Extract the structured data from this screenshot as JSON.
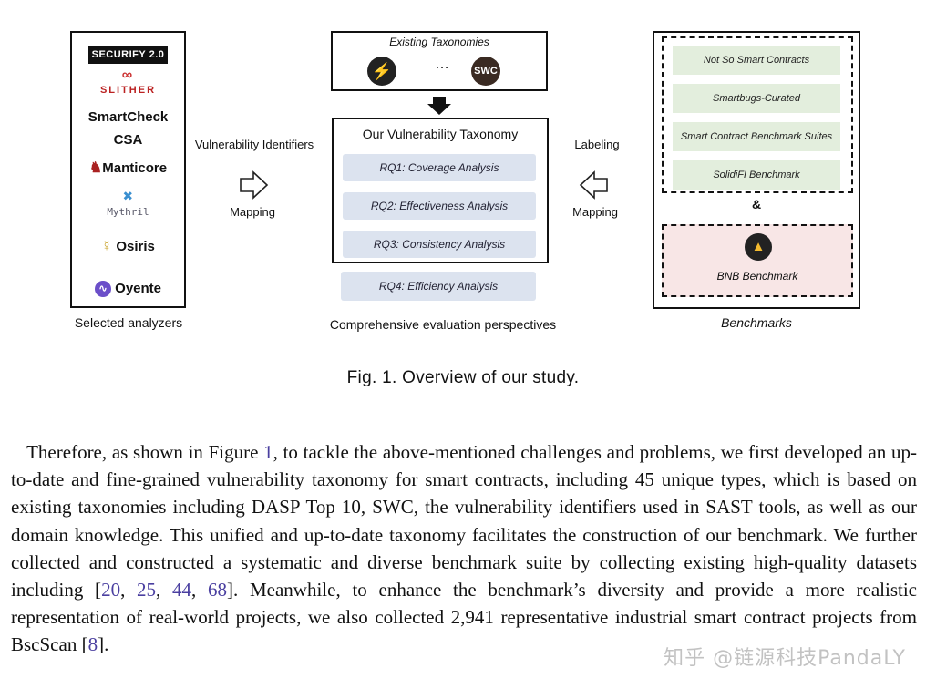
{
  "figure": {
    "analyzers": {
      "list": [
        "SECURIFY 2.0",
        "SLITHER",
        "SmartCheck",
        "CSA",
        "Manticore",
        "Mythril",
        "Osiris",
        "Oyente"
      ],
      "label": "Selected analyzers"
    },
    "left_arrow": {
      "top_label": "Vulnerability Identifiers",
      "bottom_label": "Mapping"
    },
    "existing": {
      "title": "Existing Taxonomies",
      "ellipsis": "…",
      "swc_logo_text": "SWC"
    },
    "taxonomy": {
      "title": "Our Vulnerability Taxonomy",
      "rqs": [
        "RQ1: Coverage Analysis",
        "RQ2: Effectiveness Analysis",
        "RQ3: Consistency Analysis"
      ],
      "rq4": "RQ4: Efficiency Analysis",
      "label": "Comprehensive evaluation perspectives"
    },
    "right_arrow": {
      "top_label": "Labeling",
      "bottom_label": "Mapping"
    },
    "benchmarks": {
      "items": [
        "Not So Smart Contracts",
        "Smartbugs-Curated",
        "Smart Contract Benchmark Suites",
        "SolidiFI Benchmark"
      ],
      "ampersand": "&",
      "bnb": "BNB Benchmark",
      "label": "Benchmarks"
    },
    "caption": "Fig. 1.  Overview of our study."
  },
  "paragraph": {
    "t1": "Therefore, as shown in Figure ",
    "c1": "1",
    "t2": ", to tackle the above-mentioned challenges and problems, we first developed an up-to-date and fine-grained vulnerability taxonomy for smart contracts, including 45 unique types, which is based on existing taxonomies including DASP Top 10, SWC, the vulnerability identifiers used in SAST tools, as well as our domain knowledge. This unified and up-to-date taxonomy facilitates the construction of our benchmark. We further collected and constructed a systematic and diverse benchmark suite by collecting existing high-quality datasets including [",
    "c2": "20",
    "t3": ", ",
    "c3": "25",
    "t4": ", ",
    "c4": "44",
    "t5": ", ",
    "c5": "68",
    "t6": "]. Meanwhile, to enhance the benchmark’s diversity and provide a more realistic representation of real-world projects, we also collected 2,941 representative industrial smart contract projects from BscScan [",
    "c6": "8",
    "t7": "]."
  },
  "watermark": "知乎 @链源科技PandaLY"
}
